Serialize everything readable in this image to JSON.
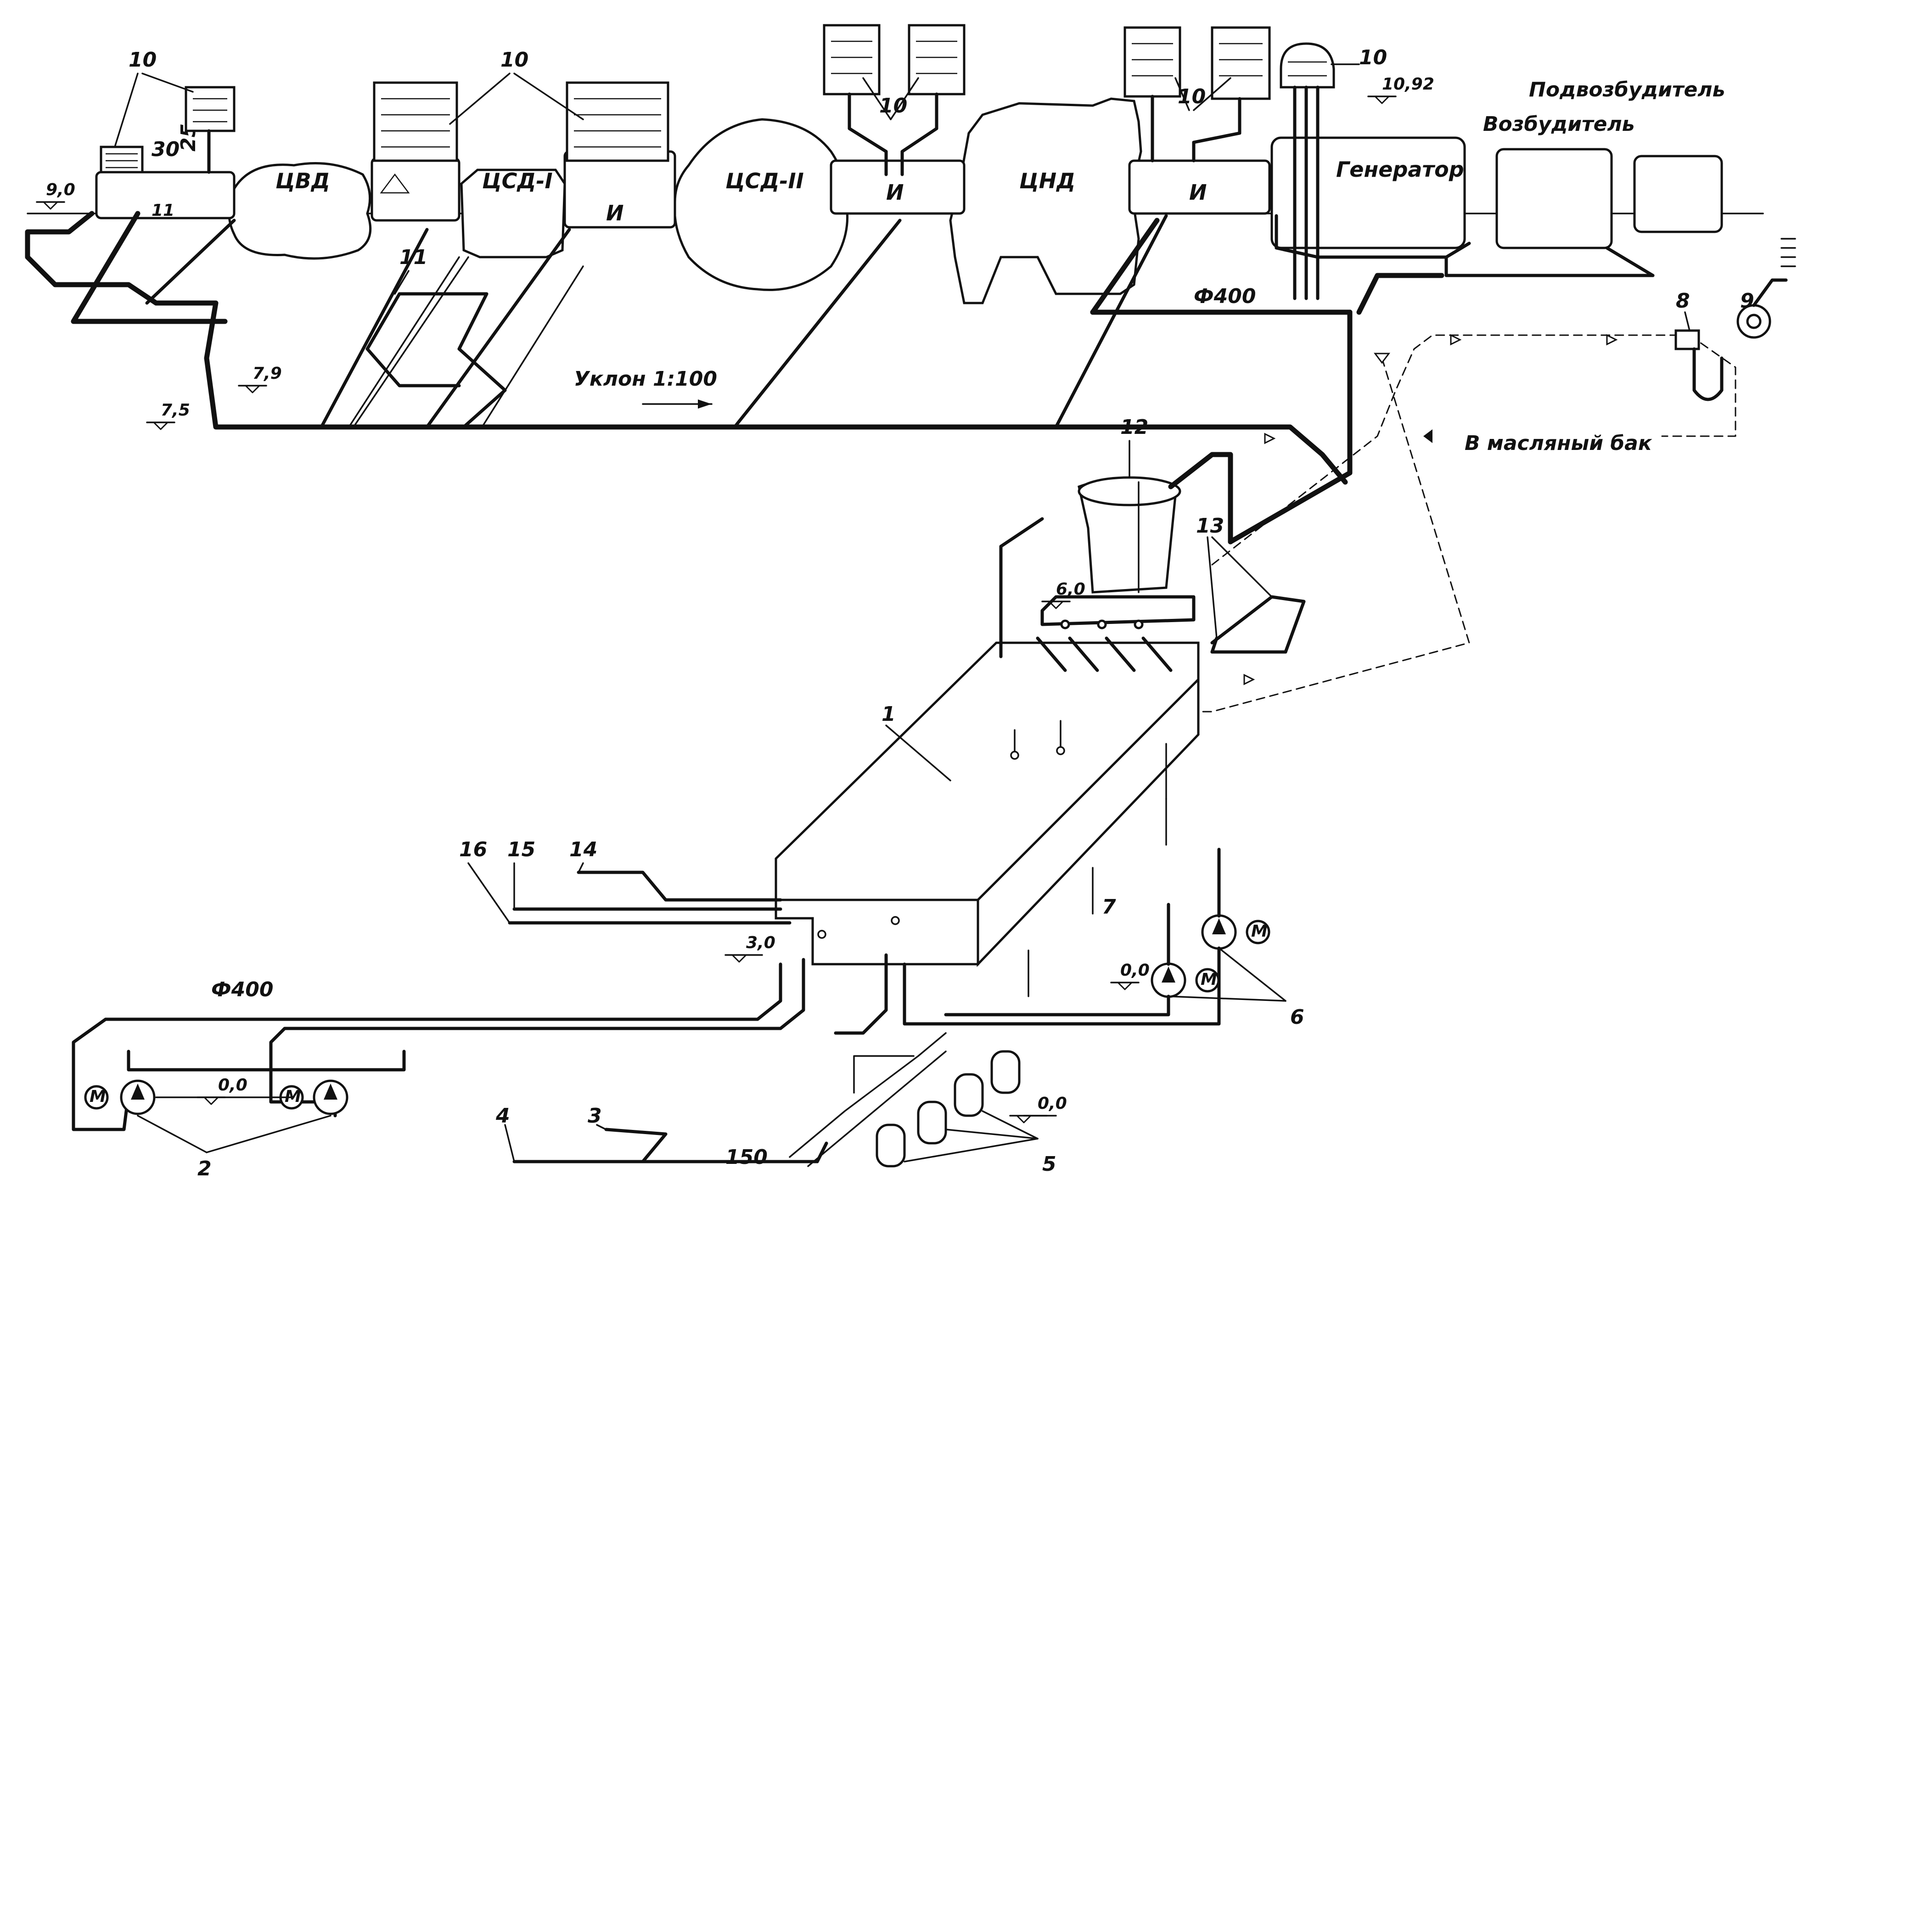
{
  "units": {
    "cvd": "ЦВД",
    "csd1": "ЦСД-I",
    "csd2": "ЦСД-II",
    "cnd": "ЦНД",
    "generator": "Генератор",
    "exciter": "Возбудитель",
    "sub_exciter": "Подвозбудитель"
  },
  "labels": {
    "slope": "Уклон 1:100",
    "to_oil_tank": "В масляный бак",
    "pipe_d400_top": "Ф400",
    "pipe_d400_bottom": "Ф400",
    "size_150": "150",
    "dim_30": "30",
    "dim_25": "25",
    "bearing_mark_a": "И",
    "bearing_mark_b": "И",
    "bearing_mark_c": "И"
  },
  "elevations": {
    "e_9_0": "9,0",
    "e_7_9": "7,9",
    "e_7_5": "7,5",
    "e_10_92": "10,92",
    "e_6_0": "6,0",
    "e_3_0": "3,0",
    "e_0_0_left": "0,0",
    "e_0_0_pump": "0,0",
    "e_0_0_right": "0,0"
  },
  "callouts": {
    "c1": "1",
    "c2": "2",
    "c3": "3",
    "c4": "4",
    "c5": "5",
    "c6": "6",
    "c7": "7",
    "c8": "8",
    "c9": "9",
    "c10a": "10",
    "c10b": "10",
    "c10c": "10",
    "c10d": "10",
    "c10e": "10",
    "c11": "11",
    "c12": "12",
    "c13": "13",
    "c14": "14",
    "c15": "15",
    "c16": "16"
  }
}
